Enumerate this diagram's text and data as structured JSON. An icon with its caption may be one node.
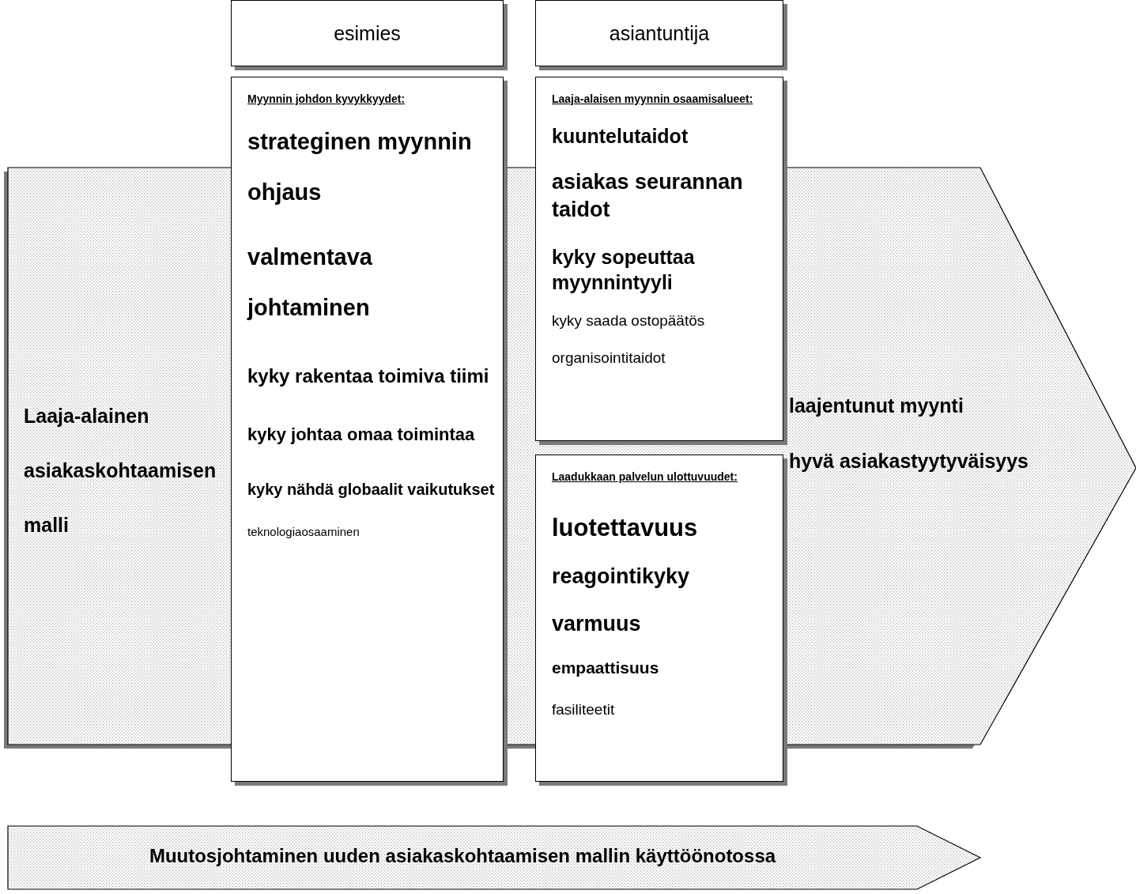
{
  "diagram": {
    "nodes": [
      {
        "text": [
          "Laaja-alainen asiakaskohtaamisen malli",
          "laajentunut myynti",
          "hyvä asiakastyytyväisyys"
        ]
      },
      {
        "text": [
          "esimies"
        ]
      },
      {
        "text": [
          "asiantuntija"
        ]
      },
      {
        "text": [
          "Myynnin johdon kyvykkyydet:",
          "strateginen myynnin ohjaus",
          "valmentava johtaminen",
          "kyky rakentaa toimiva tiimi",
          "kyky johtaa omaa toimintaa",
          "kyky nähdä globaalit vaikutukset",
          "teknologiaosaaminen"
        ]
      },
      {
        "text": [
          "Laaja-alaisen myynnin osaamisalueet:",
          "kuuntelutaidot",
          "asiakas seurannan taidot",
          "kyky sopeuttaa myynnintyyli",
          "kyky saada ostopäätös",
          "organisointitaidot"
        ]
      },
      {
        "text": [
          "Laadukkaan palvelun ulottuvuudet:",
          "luotettavuus",
          "reagointikyky",
          "varmuus",
          "empaattisuus",
          "fasiliteetit"
        ]
      },
      {
        "text": [
          "Muutosjohtaminen uuden asiakaskohtaamisen mallin käyttöönotossa"
        ]
      }
    ],
    "edges": []
  }
}
